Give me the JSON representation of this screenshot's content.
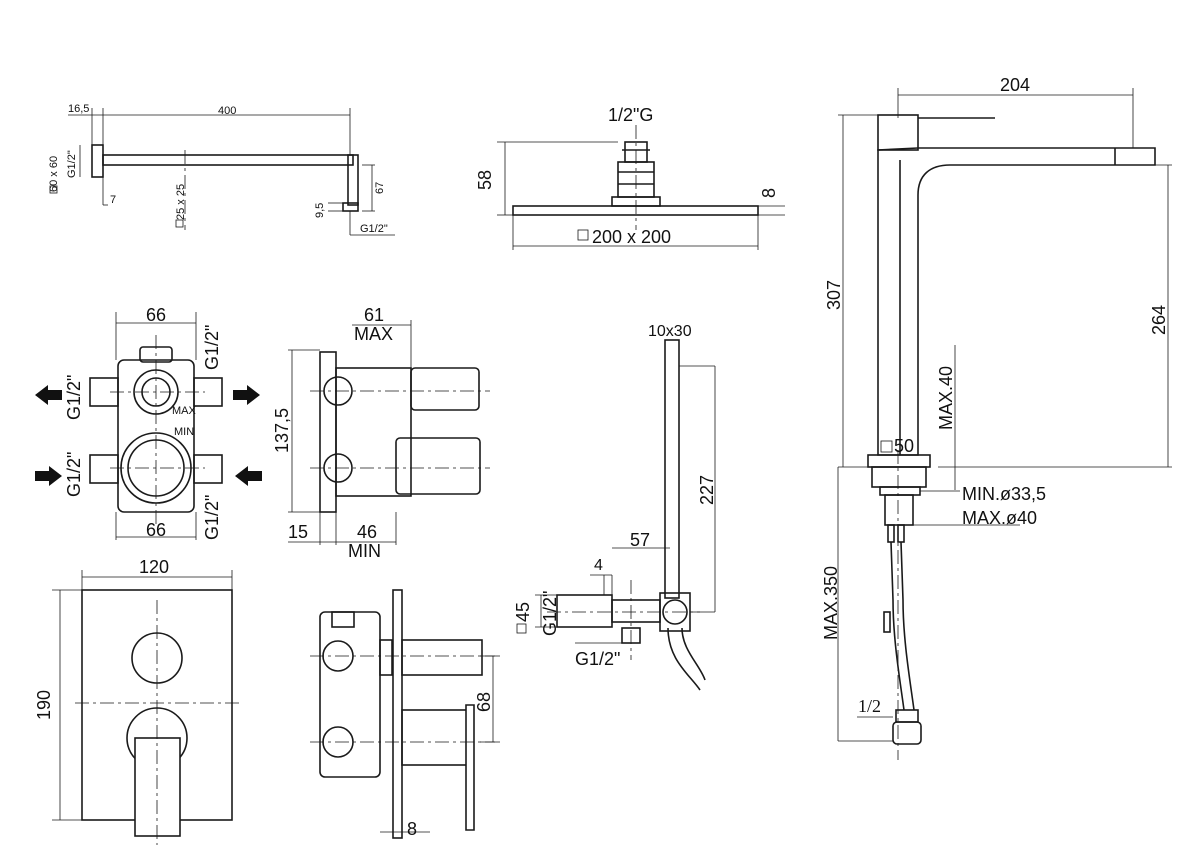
{
  "labels": {
    "arm_len": "400",
    "arm_offset": "16,5",
    "arm_plate": "60 x 60",
    "arm_g1": "G1/2\"",
    "arm_thk": "7",
    "arm_tube": "25 x 25",
    "arm_drop": "67",
    "arm_95": "9,5",
    "arm_g2": "G1/2\"",
    "head_conn": "1/2\"G",
    "head_h": "58",
    "head_thk": "8",
    "head_size": "200 x 200",
    "box_w_top": "66",
    "box_w_bot": "66",
    "box_g_tr": "G1/2\"",
    "box_g_l1": "G1/2\"",
    "box_g_l2": "G1/2\"",
    "box_g_br": "G1/2\"",
    "box_max": "MAX",
    "box_min": "MIN",
    "side_61": "61",
    "side_max": "MAX",
    "side_1375": "137,5",
    "side_15": "15",
    "side_46": "46",
    "side_min": "MIN",
    "plate_w": "120",
    "plate_h": "190",
    "mix_68": "68",
    "mix_8": "8",
    "bar_1030": "10x30",
    "bar_227": "227",
    "bar_57": "57",
    "bar_4": "4",
    "bar_45": "45",
    "bar_g1": "G1/2\"",
    "bar_g2": "G1/2\"",
    "tap_204": "204",
    "tap_307": "307",
    "tap_264": "264",
    "tap_max40": "MAX.40",
    "tap_50": "50",
    "tap_min335": "MIN.ø33,5",
    "tap_max_d40": "MAX.ø40",
    "tap_max350": "MAX.350",
    "tap_half": "1/2"
  }
}
